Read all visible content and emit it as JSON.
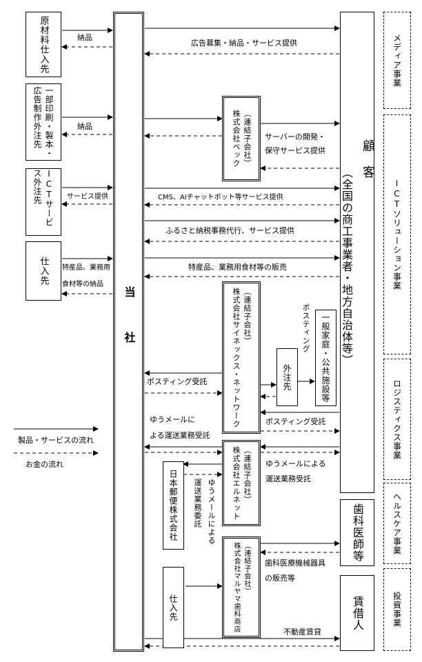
{
  "suppliers": {
    "raw_material": "原材料仕入先",
    "printing_line1": "一部印刷・製本・",
    "printing_line2": "広告制作外注先",
    "ict": "ICTサービス外注先",
    "purchase": "仕入先"
  },
  "flows_left": {
    "delivery1": "納品",
    "delivery2": "納品",
    "service": "サービス提供",
    "special_line1": "特産品、業務用",
    "special_line2": "食材等の納品"
  },
  "company": "当社",
  "subsidiaries": {
    "bec_sub": "（連結子会社）",
    "bec_name": "株式会社ベック",
    "sai_sub": "（連結子会社）",
    "sai_name": "株式会社サイネックス・ネットワーク",
    "eru_sub": "（連結子会社）",
    "eru_name": "株式会社エルネット",
    "maru_sub": "（連結子会社）",
    "maru_name": "株式会社マルヤマ歯科商店"
  },
  "outsourcer": "外注先",
  "households": "一般家庭・公共施設等",
  "posting": "ポスティング",
  "japan_post": "日本郵便株式会社",
  "purchase2": "仕入先",
  "customers": {
    "main_head": "顧　客",
    "main_sub": "（全国の商工事業者・地方自治体等）",
    "dentists": "歯科医師等",
    "lessee": "賃借人"
  },
  "flows": {
    "ad": "広告募集・納品・サービス提供",
    "server_line1": "サーバーの開発・",
    "server_line2": "保守サービス提供",
    "cms": "CMS、AIチャットボット等サービス提供",
    "furusato": "ふるさと納税事務代行、サービス提供",
    "special": "特産品、業務用食材等の販売",
    "posting_order": "ポスティング受託",
    "posting_order2": "ポスティング受託",
    "yu_left_line1": "ゆうメールに",
    "yu_left_line2": "よる運送業務受託",
    "yu_right_line1": "ゆうメールによる",
    "yu_right_line2": "運送業務受託",
    "yu_commission_a": "運送業務委託",
    "yu_commission_b": "ゆうメールによる",
    "dental_line1": "歯科医療機械器具",
    "dental_line2": "の販売等",
    "realestate": "不動産賃貸"
  },
  "legend": {
    "product": "製品・サービスの流れ",
    "money": "お金の流れ"
  },
  "segments": {
    "media": "メディア事業",
    "ict": "ICTソリューション事業",
    "logistics": "ロジスティクス事業",
    "health": "ヘルスケア事業",
    "invest": "投資事業"
  }
}
